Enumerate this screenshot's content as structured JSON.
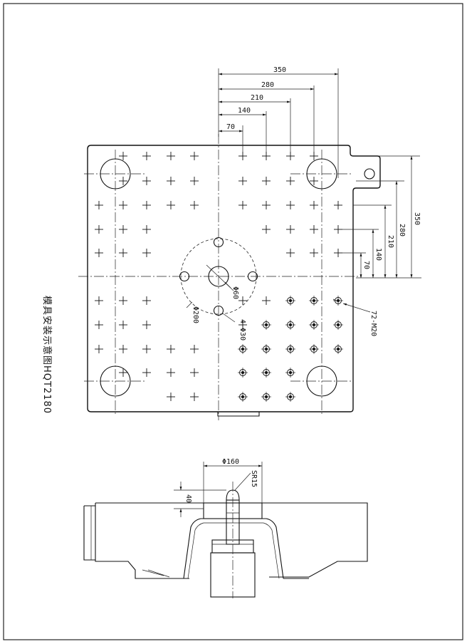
{
  "drawing": {
    "title": "模具安装示意图HQT2180",
    "top_dims": [
      "350",
      "280",
      "210",
      "140",
      "70"
    ],
    "right_dims": [
      "350",
      "280",
      "210",
      "140",
      "70"
    ],
    "callouts": {
      "hole_60": "Φ60",
      "circle_200": "Φ200",
      "holes_30": "4-Φ30",
      "tapped": "72-M20"
    },
    "section": {
      "dia_160": "Φ160",
      "sr15": "SR15",
      "depth_40": "40"
    }
  }
}
